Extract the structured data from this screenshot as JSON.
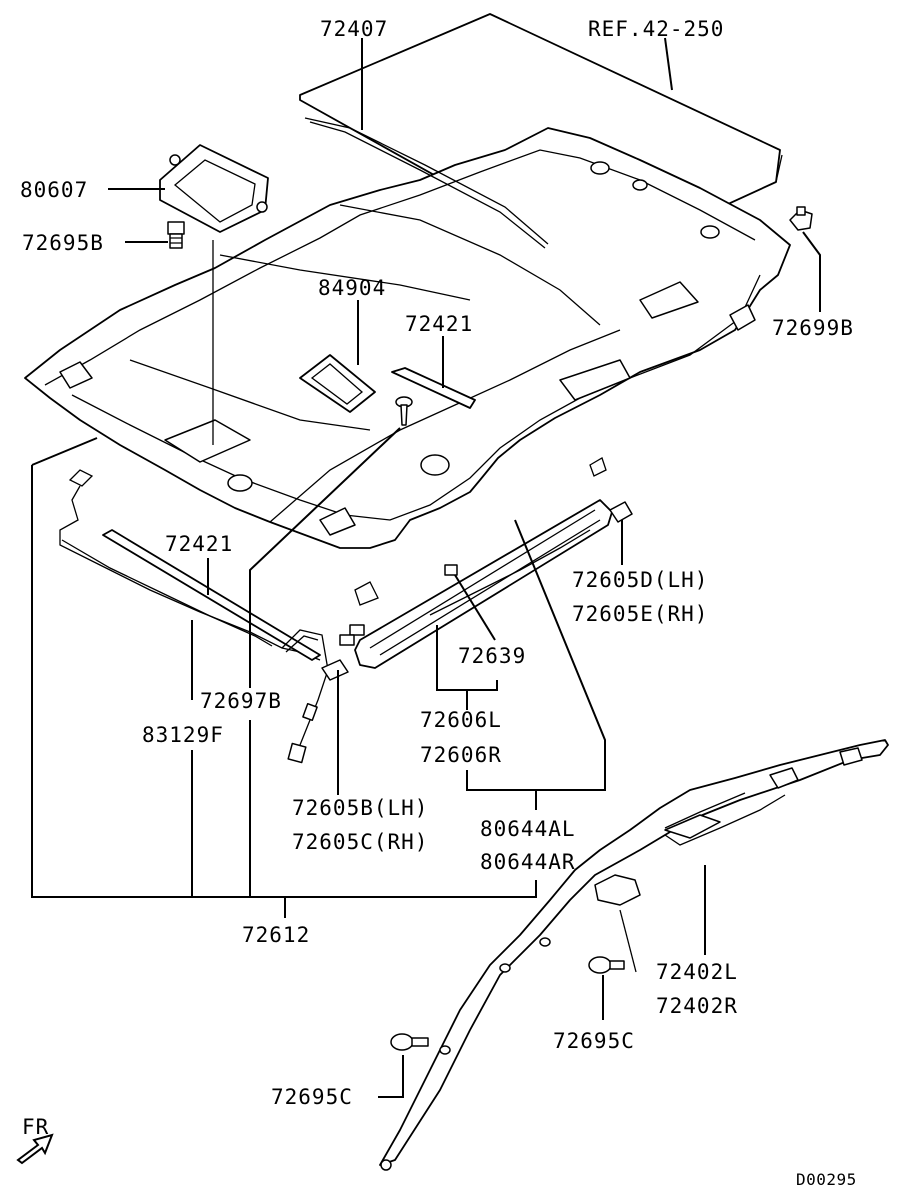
{
  "labels": {
    "l72407": "72407",
    "ref": "REF.42-250",
    "l80607": "80607",
    "l72695B": "72695B",
    "l84904": "84904",
    "l72421a": "72421",
    "l72699B": "72699B",
    "l72421b": "72421",
    "l72605D": "72605D(LH)",
    "l72605E": "72605E(RH)",
    "l72639": "72639",
    "l72697B": "72697B",
    "l83129F": "83129F",
    "l72606L": "72606L",
    "l72606R": "72606R",
    "l72605B": "72605B(LH)",
    "l72605C": "72605C(RH)",
    "l80644AL": "80644AL",
    "l80644AR": "80644AR",
    "l72612": "72612",
    "l72402L": "72402L",
    "l72402R": "72402R",
    "l72695Ca": "72695C",
    "l72695Cb": "72695C",
    "fr": "FR",
    "code": "D00295"
  }
}
